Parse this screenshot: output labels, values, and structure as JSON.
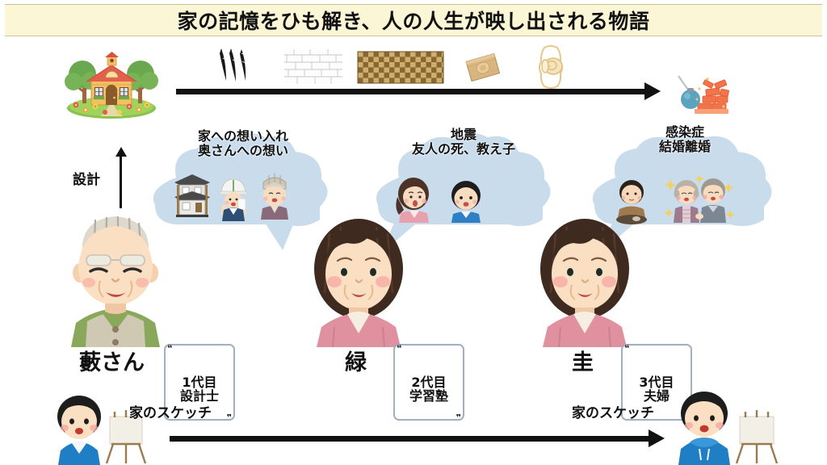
{
  "slide": {
    "title": "家の記憶をひも解き、人の人生が映し出される物語",
    "title_bg": "#fbf6d6"
  },
  "timeline": {
    "start_icon": "house-with-trees-icon",
    "end_icon": "demolition-wrecking-ball-icon",
    "materials": [
      {
        "name": "claw-scratch-marks-texture"
      },
      {
        "name": "brick-wall-texture"
      },
      {
        "name": "tatami-weave-texture"
      },
      {
        "name": "wood-block-texture"
      },
      {
        "name": "doorknob-icon"
      }
    ],
    "design_label": "設計",
    "design_arrow": "up-arrow-icon"
  },
  "bubbles": [
    {
      "id": "bubble-1",
      "text": "家への想い入れ\n奥さんへの想い",
      "color": "#c9dcec",
      "figures": [
        "traditional-japanese-house-icon",
        "construction-worker-icon",
        "elderly-woman-icon"
      ]
    },
    {
      "id": "bubble-2",
      "text": "地震\n友人の死、教え子",
      "color": "#c9dcec",
      "figures": [
        "worried-girl-icon",
        "smiling-boy-icon"
      ]
    },
    {
      "id": "bubble-3",
      "text": "感染症\n結婚離婚",
      "color": "#c9dcec",
      "figures": [
        "seated-young-man-icon",
        "elderly-couple-icon"
      ]
    }
  ],
  "people": [
    {
      "id": "person-1",
      "name": "藪さん",
      "tag": "1代目\n設計士",
      "avatar": "elderly-man-avatar"
    },
    {
      "id": "person-2",
      "name": "緑",
      "tag": "2代目\n学習塾",
      "avatar": "middle-aged-woman-avatar"
    },
    {
      "id": "person-3",
      "name": "圭",
      "tag": "3代目\n夫婦",
      "avatar": "middle-aged-woman-avatar-2"
    }
  ],
  "sketch_row": {
    "left_label": "家のスケッチ",
    "right_label": "家のスケッチ",
    "left_icon": "boy-with-easel-icon",
    "right_icon": "young-man-with-easel-icon",
    "arrow": "right-arrow-icon"
  }
}
